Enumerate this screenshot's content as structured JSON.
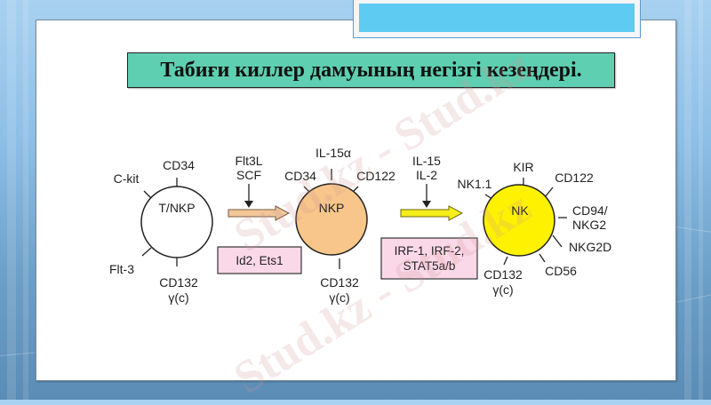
{
  "slide": {
    "title": "Табиғи киллер дамуының негізгі кезеңдері.",
    "watermark": "Stud.kz - Stud.kz",
    "colors": {
      "title_bg": "#5ecfb0",
      "header_box": "#5ecbf2",
      "tnkp_cell": "#ffffff",
      "nkp_cell": "#f8c68a",
      "nk_cell": "#fff200",
      "factor_box": "#fbd8e8",
      "arrow1": "#f3c79a",
      "arrow2": "#f5ee1a"
    }
  },
  "diagram": {
    "cells": [
      {
        "name": "T/NKP",
        "markers": [
          "C-kit",
          "CD34",
          "Flt-3",
          "CD132",
          "γ(c)"
        ]
      },
      {
        "name": "NKP",
        "markers": [
          "IL-15α",
          "CD34",
          "CD122",
          "CD132",
          "γ(c)"
        ]
      },
      {
        "name": "NK",
        "markers": [
          "NK1.1",
          "KIR",
          "CD122",
          "CD94/",
          "NKG2",
          "NKG2D",
          "CD56",
          "CD132",
          "γ(c)"
        ]
      }
    ],
    "transitions": [
      {
        "signals": [
          "Flt3L",
          "SCF"
        ],
        "factors": [
          "Id2, Ets1"
        ]
      },
      {
        "signals": [
          "IL-15",
          "IL-2"
        ],
        "factors": [
          "IRF-1, IRF-2,",
          "STAT5a/b"
        ]
      }
    ]
  }
}
